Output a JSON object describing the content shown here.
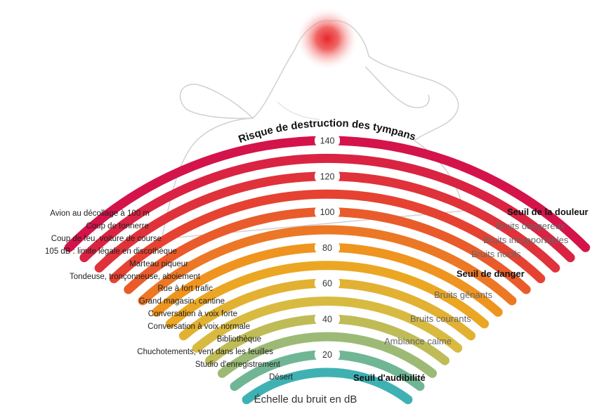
{
  "top_label": "Risque de destruction des tympans",
  "caption": "Échelle du bruit en dB",
  "scale_ticks": [
    "140",
    "120",
    "100",
    "80",
    "60",
    "40",
    "20"
  ],
  "left_labels": [
    "Avion au décollage à 100 m",
    "Coup de tonnerre",
    "Coup de feu, voiture de course",
    "105 dB : limite légale en discothèque",
    "Marteau piqueur",
    "Tondeuse, tronçonneuse, aboiement",
    "Rue à fort trafic",
    "Grand magasin, cantine",
    "Conversation à voix forte",
    "Conversation à voix normale",
    "Bibliothèque",
    "Chuchotements, vent dans les feuilles",
    "Studio d'enregistrement",
    "Désert"
  ],
  "right_labels": [
    {
      "text": "Seuil de la douleur",
      "strong": true
    },
    {
      "text": "Bruits dangereux",
      "strong": false
    },
    {
      "text": "Bruits insupportables",
      "strong": false
    },
    {
      "text": "Bruits nocifs",
      "strong": false
    },
    {
      "text": "Seuil de danger",
      "strong": true
    },
    {
      "text": "Bruits gênants",
      "strong": false
    },
    {
      "text": "Bruits courants",
      "strong": false
    },
    {
      "text": "Ambiance calme",
      "strong": false
    },
    {
      "text": "Seuil d'audibilité",
      "strong": true
    }
  ],
  "colors": {
    "arc_outer": "#d4134a",
    "arc_mid": "#f0a21c",
    "arc_inner": "#3fb1b3",
    "pain_glow": "#e8262d"
  },
  "icons": [
    "person-holding-head-icon",
    "pain-glow-icon"
  ]
}
